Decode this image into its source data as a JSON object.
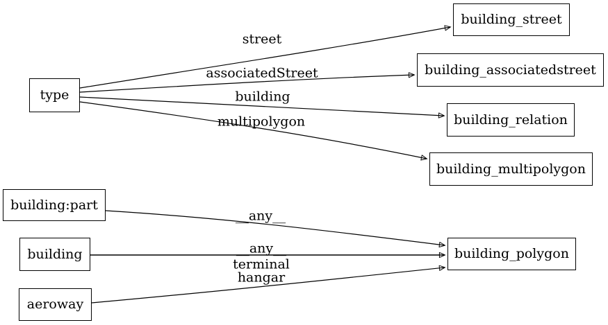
{
  "diagram": {
    "type": "directed-graph",
    "background_color": "#ffffff",
    "stroke_color": "#000000",
    "node_fill_color": "#ffffff",
    "node_border_color": "#000000",
    "text_color": "#000000",
    "nodes": [
      {
        "id": "type",
        "label": "type"
      },
      {
        "id": "building_street",
        "label": "building_street"
      },
      {
        "id": "building_associatedstreet",
        "label": "building_associatedstreet"
      },
      {
        "id": "building_relation",
        "label": "building_relation"
      },
      {
        "id": "building_multipolygon",
        "label": "building_multipolygon"
      },
      {
        "id": "building_part",
        "label": "building:part"
      },
      {
        "id": "building",
        "label": "building"
      },
      {
        "id": "aeroway",
        "label": "aeroway"
      },
      {
        "id": "building_polygon",
        "label": "building_polygon"
      }
    ],
    "edges": [
      {
        "from": "type",
        "to": "building_street",
        "label": "street"
      },
      {
        "from": "type",
        "to": "building_associatedstreet",
        "label": "associatedStreet"
      },
      {
        "from": "type",
        "to": "building_relation",
        "label": "building"
      },
      {
        "from": "type",
        "to": "building_multipolygon",
        "label": "multipolygon"
      },
      {
        "from": "building_part",
        "to": "building_polygon",
        "label": "__any__"
      },
      {
        "from": "building",
        "to": "building_polygon",
        "label": "__any__"
      },
      {
        "from": "aeroway",
        "to": "building_polygon",
        "label": "terminal"
      },
      {
        "from": "aeroway",
        "to": "building_polygon",
        "label": "hangar"
      }
    ]
  }
}
